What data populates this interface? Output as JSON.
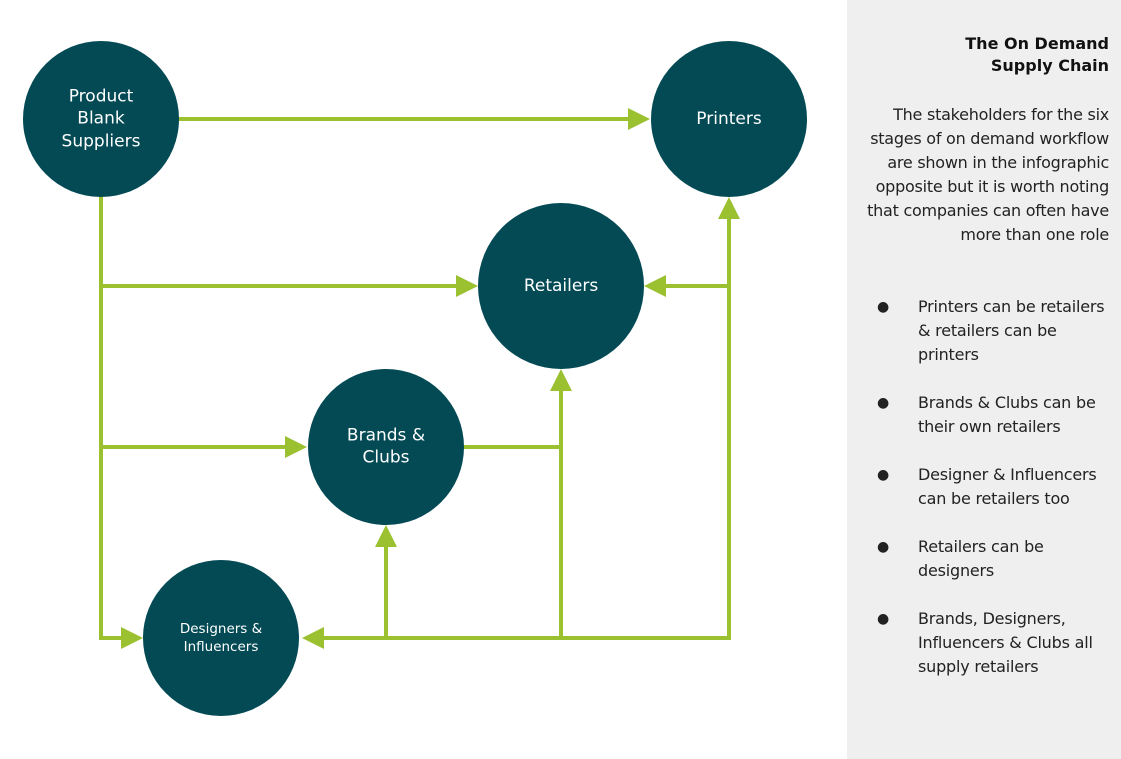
{
  "diagram": {
    "nodes": [
      {
        "id": "suppliers",
        "name": "node-product-blank-suppliers",
        "label": "Product\nBlank\nSuppliers"
      },
      {
        "id": "printers",
        "name": "node-printers",
        "label": "Printers"
      },
      {
        "id": "retailers",
        "name": "node-retailers",
        "label": "Retailers"
      },
      {
        "id": "brands",
        "name": "node-brands-clubs",
        "label": "Brands &\nClubs"
      },
      {
        "id": "designers",
        "name": "node-designers-influencers",
        "label": "Designers &\nInfluencers"
      }
    ],
    "edges": [
      {
        "from": "suppliers",
        "to": "printers"
      },
      {
        "from": "suppliers",
        "to": "retailers"
      },
      {
        "from": "suppliers",
        "to": "brands"
      },
      {
        "from": "suppliers",
        "to": "designers"
      },
      {
        "from": "brands",
        "to": "retailers"
      },
      {
        "from": "printers",
        "to": "retailers"
      },
      {
        "from": "designers",
        "to": "brands"
      },
      {
        "from": "designers",
        "to": "retailers"
      },
      {
        "from": "designers",
        "to": "printers"
      },
      {
        "from": "printers",
        "to": "designers"
      }
    ],
    "colors": {
      "node_fill": "#034a55",
      "arrow": "#9cc130",
      "node_text": "#ffffff"
    }
  },
  "panel": {
    "title": "The On Demand\nSupply Chain",
    "description": "The stakeholders for the six stages of on demand workflow are shown in the infographic opposite but it is worth noting that companies can often have more than one role",
    "bullet_glyph": "●",
    "notes": [
      "Printers can be retailers & retailers can be printers",
      "Brands & Clubs can be their own retailers",
      "Designer & Influencers can be retailers too",
      "Retailers can be designers",
      "Brands, Designers, Influencers & Clubs all supply retailers"
    ],
    "background": "#efefef"
  }
}
